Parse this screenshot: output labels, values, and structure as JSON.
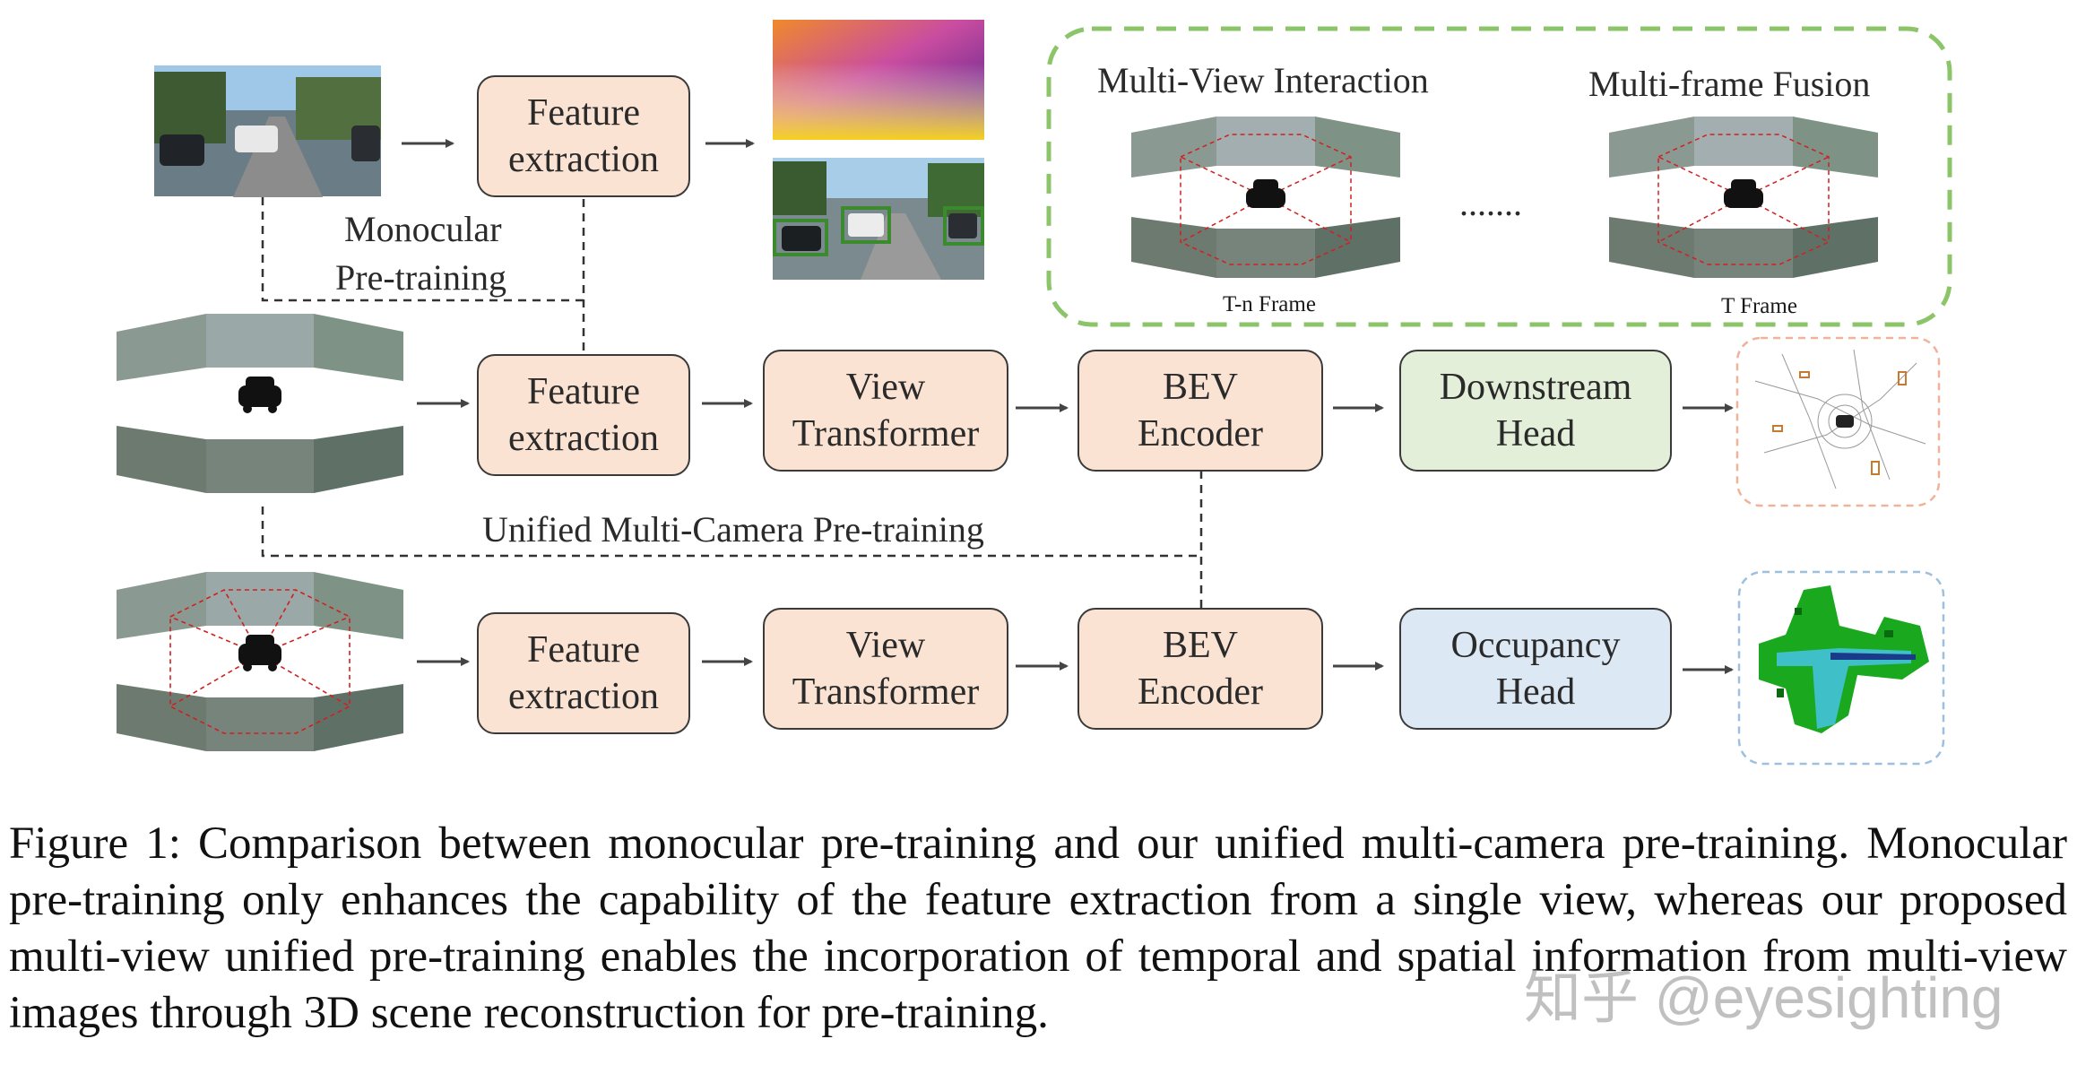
{
  "diagram": {
    "boxes": {
      "row1_feature": [
        "Feature",
        "extraction"
      ],
      "row2_feature": [
        "Feature",
        "extraction"
      ],
      "row2_view": [
        "View",
        "Transformer"
      ],
      "row2_bev": [
        "BEV",
        "Encoder"
      ],
      "row2_head": [
        "Downstream",
        "Head"
      ],
      "row3_feature": [
        "Feature",
        "extraction"
      ],
      "row3_view": [
        "View",
        "Transformer"
      ],
      "row3_bev": [
        "BEV",
        "Encoder"
      ],
      "row3_head": [
        "Occupancy",
        "Head"
      ]
    },
    "labels": {
      "monocular_line1": "Monocular",
      "monocular_line2": "Pre-training",
      "unified": "Unified Multi-Camera  Pre-training",
      "multi_view": "Multi-View Interaction",
      "multi_frame": "Multi-frame Fusion",
      "ellipsis": ".......",
      "tn_frame": "T-n Frame",
      "t_frame": "T Frame"
    },
    "colors": {
      "peach": "#fbe3d4",
      "green": "#e3efd9",
      "blue": "#dce8f4",
      "dashed_green": "#8cc46a"
    }
  },
  "caption": "Figure 1: Comparison between monocular pre-training and our unified multi-camera pre-training. Monocular pre-training only enhances the capability of the feature extraction from a single view, whereas our proposed multi-view unified pre-training enables the incorporation of temporal and spatial information from multi-view images through 3D scene reconstruction for pre-training.",
  "watermark": "知乎 @eyesighting"
}
